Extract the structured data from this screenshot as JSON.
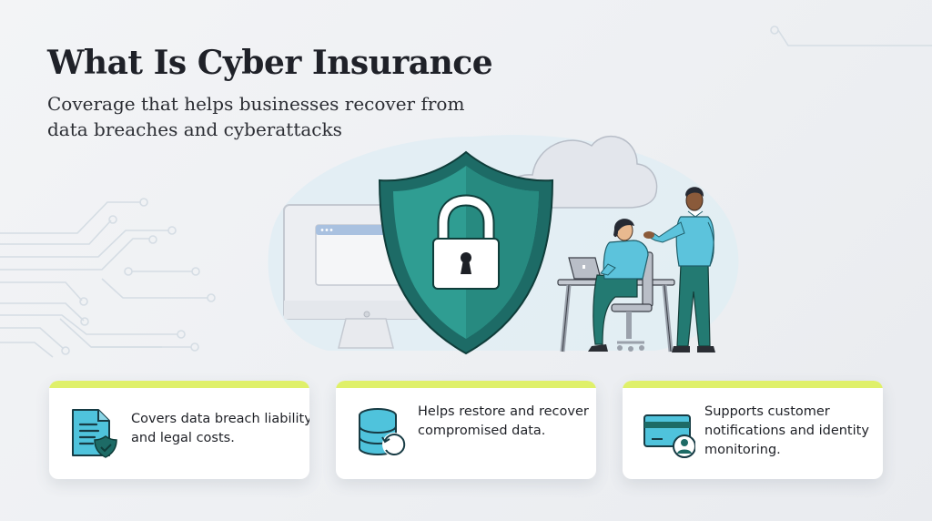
{
  "header": {
    "title": "What Is Cyber Insurance",
    "subtitle": "Coverage that helps businesses recover from data breaches and cyberattacks"
  },
  "illustration": {
    "elements": [
      "circuit-lines",
      "desktop-monitor",
      "security-shield",
      "padlock",
      "cloud",
      "woman-at-laptop",
      "standing-man"
    ]
  },
  "colors": {
    "shield_dark": "#1d6b66",
    "shield_light": "#2f9d92",
    "accent_bar": "#dff06a",
    "icon_fill": "#4fc3dc",
    "clothing_blue": "#5cc3dc",
    "pants_teal": "#237a72"
  },
  "cards": [
    {
      "icon": "document-shield-icon",
      "text": "Covers data breach liability and legal costs."
    },
    {
      "icon": "database-restore-icon",
      "text": "Helps restore and recover compromised data."
    },
    {
      "icon": "card-identity-icon",
      "text": "Supports customer notifications and identity monitoring."
    }
  ]
}
